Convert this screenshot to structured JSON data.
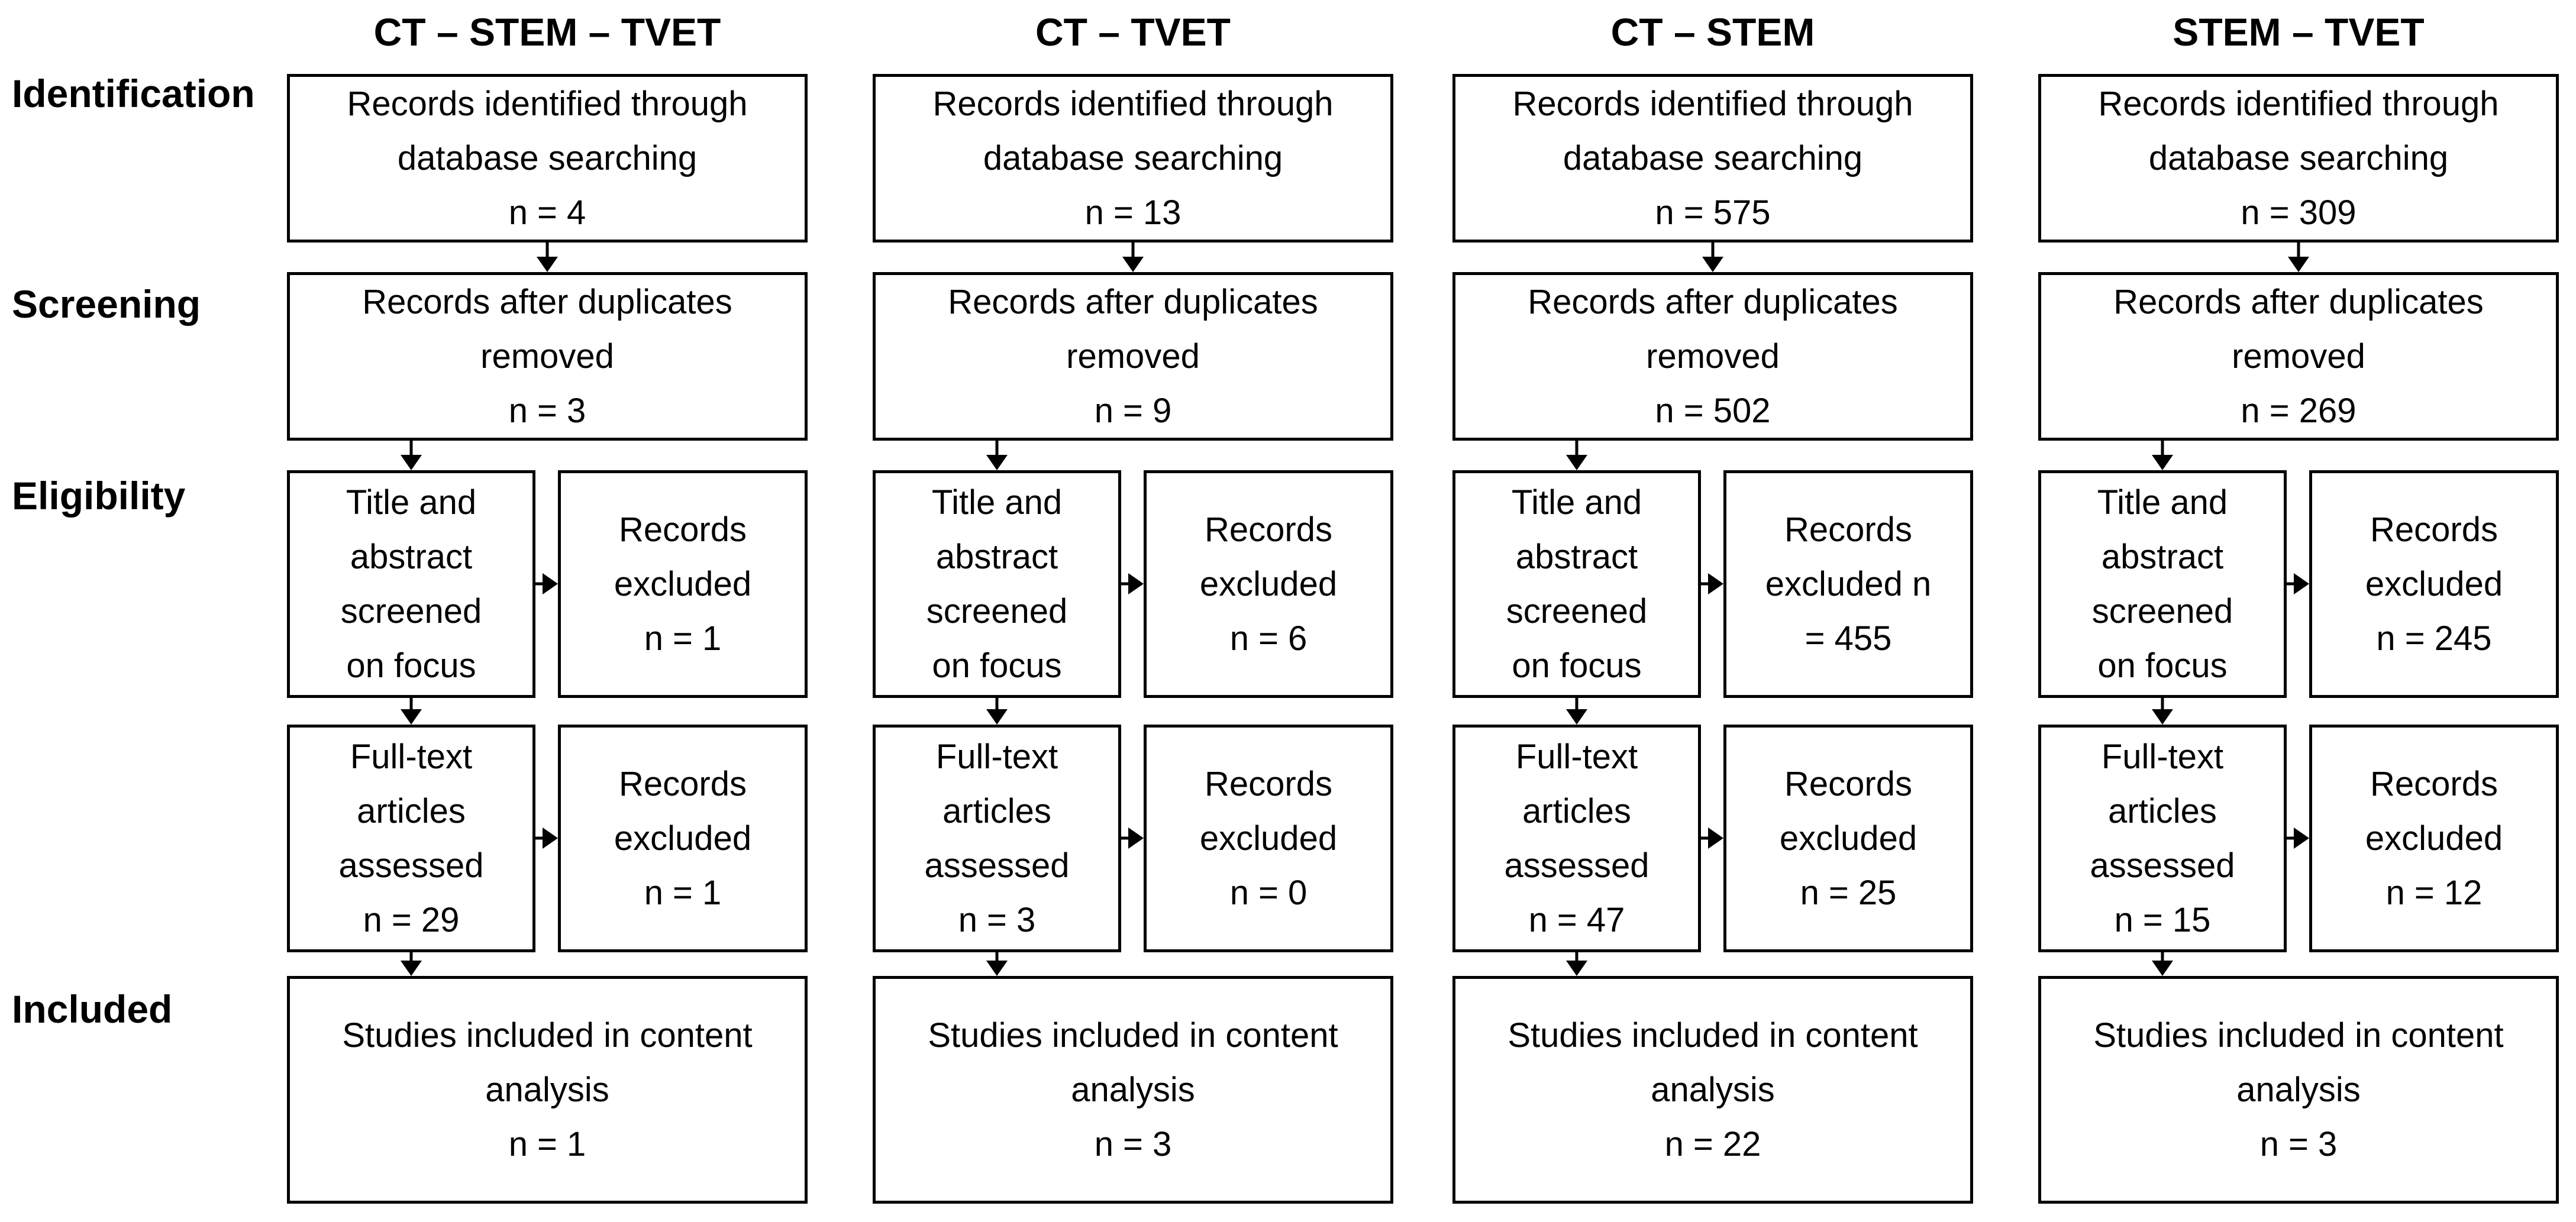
{
  "stages": [
    "Identification",
    "Screening",
    "Eligibility",
    "Included"
  ],
  "columns": [
    {
      "heading": "CT – STEM – TVET",
      "identified": {
        "lines": [
          "Records identified through",
          "database searching",
          "n  = 4"
        ]
      },
      "deduplicated": {
        "lines": [
          "Records after duplicates",
          "removed",
          "n = 3"
        ]
      },
      "screened": {
        "lines": [
          "Title and",
          "abstract",
          "screened",
          "on focus"
        ]
      },
      "excluded_screen": {
        "lines": [
          "Records",
          "excluded",
          "n = 1"
        ]
      },
      "fulltext": {
        "lines": [
          "Full-text",
          "articles",
          "assessed",
          "n = 29"
        ]
      },
      "excluded_fulltext": {
        "lines": [
          "Records",
          "excluded",
          "n = 1"
        ]
      },
      "included": {
        "lines": [
          "Studies included in content",
          "analysis",
          "n = 1"
        ]
      }
    },
    {
      "heading": "CT – TVET",
      "identified": {
        "lines": [
          "Records identified through",
          "database searching",
          "n = 13"
        ]
      },
      "deduplicated": {
        "lines": [
          "Records after duplicates",
          "removed",
          "n = 9"
        ]
      },
      "screened": {
        "lines": [
          "Title and",
          "abstract",
          "screened",
          "on focus"
        ]
      },
      "excluded_screen": {
        "lines": [
          "Records",
          "excluded",
          "n = 6"
        ]
      },
      "fulltext": {
        "lines": [
          "Full-text",
          "articles",
          "assessed",
          "n = 3"
        ]
      },
      "excluded_fulltext": {
        "lines": [
          "Records",
          "excluded",
          "n = 0"
        ]
      },
      "included": {
        "lines": [
          "Studies included in content",
          "analysis",
          "n = 3"
        ]
      }
    },
    {
      "heading": "CT –  STEM",
      "identified": {
        "lines": [
          "Records identified through",
          "database searching",
          "n = 575"
        ]
      },
      "deduplicated": {
        "lines": [
          "Records after duplicates",
          "removed",
          "n = 502"
        ]
      },
      "screened": {
        "lines": [
          "Title and",
          "abstract",
          "screened",
          "on focus"
        ]
      },
      "excluded_screen": {
        "lines": [
          "Records",
          "excluded n",
          "= 455"
        ]
      },
      "fulltext": {
        "lines": [
          "Full-text",
          "articles",
          "assessed",
          "n = 47"
        ]
      },
      "excluded_fulltext": {
        "lines": [
          "Records",
          "excluded",
          "n = 25"
        ]
      },
      "included": {
        "lines": [
          "Studies included in content",
          "analysis",
          "n = 22"
        ]
      }
    },
    {
      "heading": "STEM – TVET",
      "identified": {
        "lines": [
          "Records identified through",
          "database searching",
          "n = 309"
        ]
      },
      "deduplicated": {
        "lines": [
          "Records after duplicates",
          "removed",
          "n = 269"
        ]
      },
      "screened": {
        "lines": [
          "Title and",
          "abstract",
          "screened",
          "on focus"
        ]
      },
      "excluded_screen": {
        "lines": [
          "Records",
          "excluded",
          "n = 245"
        ]
      },
      "fulltext": {
        "lines": [
          "Full-text",
          "articles",
          "assessed",
          "n = 15"
        ]
      },
      "excluded_fulltext": {
        "lines": [
          "Records",
          "excluded",
          "n = 12"
        ]
      },
      "included": {
        "lines": [
          "Studies included in content",
          "analysis",
          "n = 3"
        ]
      }
    }
  ]
}
